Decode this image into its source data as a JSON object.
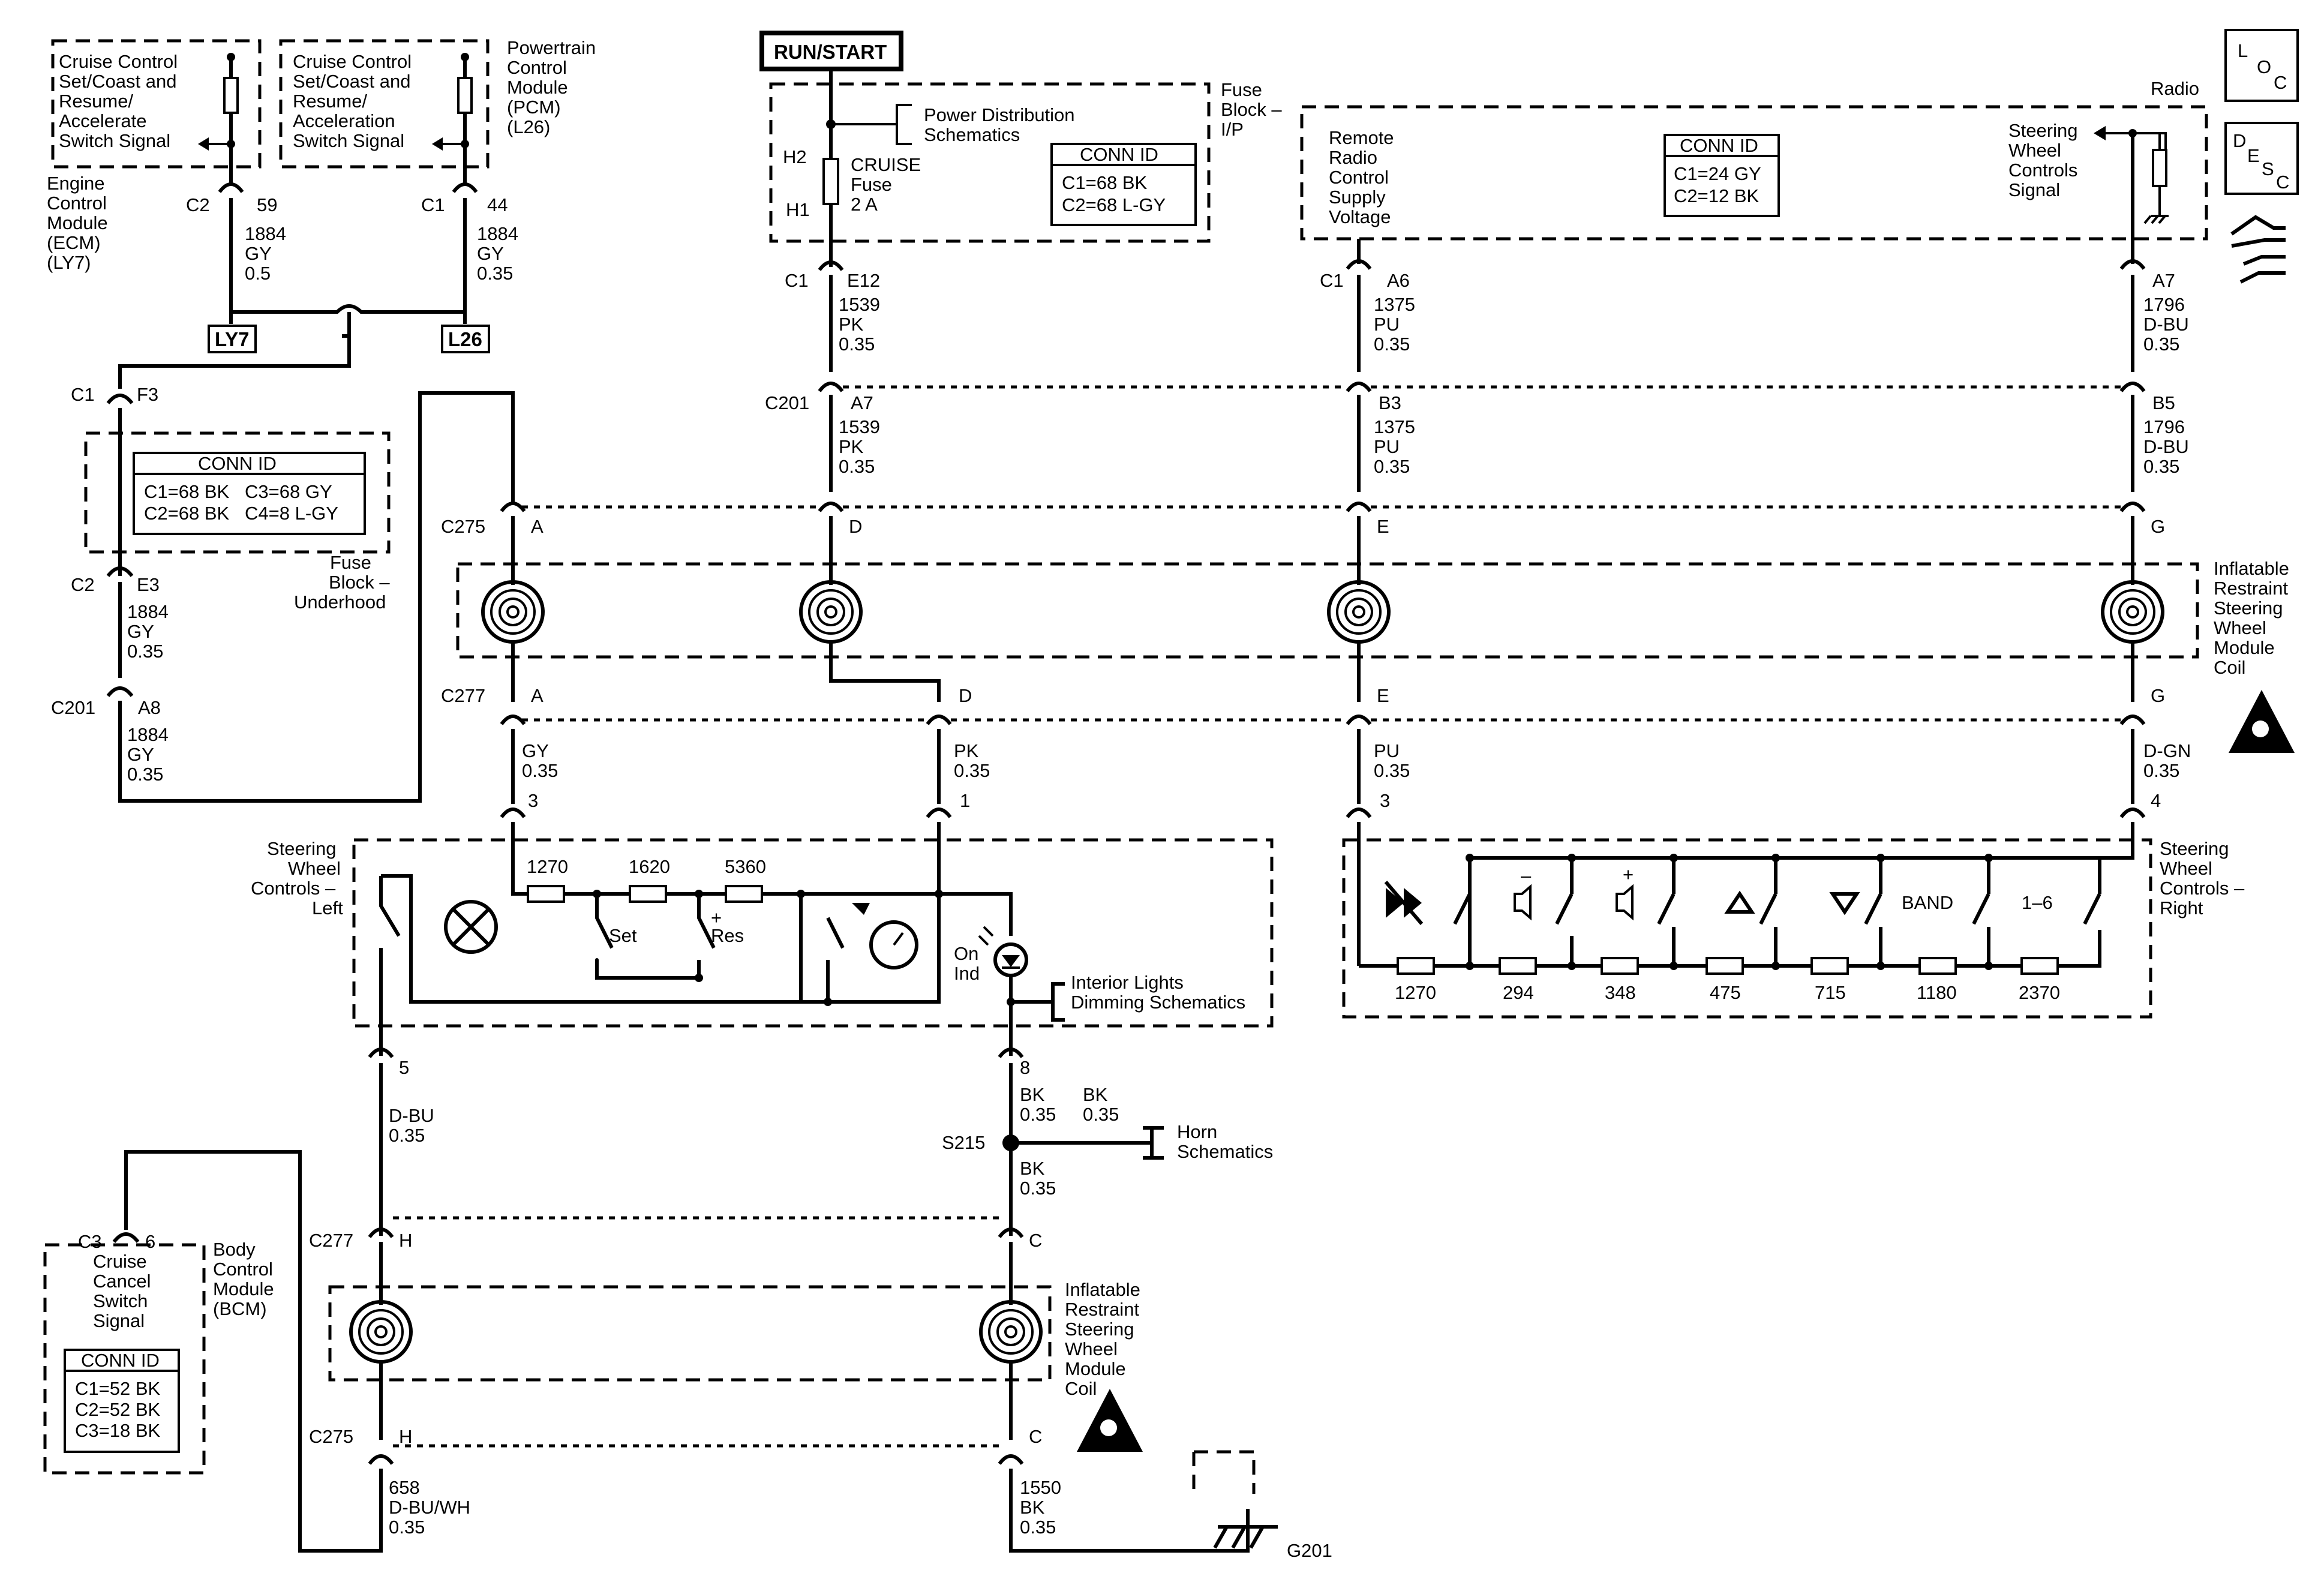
{
  "run_start": "RUN/START",
  "loc": [
    "L",
    "O",
    "C"
  ],
  "desc": [
    "D",
    "E",
    "S",
    "C"
  ],
  "ecm": {
    "signal": [
      "Cruise Control",
      "Set/Coast and",
      "Resume/",
      "Accelerate",
      "Switch Signal"
    ],
    "module": [
      "Engine",
      "Control",
      "Module",
      "(ECM)",
      "(LY7)"
    ],
    "conn": "C2",
    "pin": "59",
    "circuit": "1884",
    "color": "GY",
    "size": "0.5"
  },
  "pcm": {
    "signal": [
      "Cruise Control",
      "Set/Coast and",
      "Resume/",
      "Acceleration",
      "Switch Signal"
    ],
    "module": [
      "Powertrain",
      "Control",
      "Module",
      "(PCM)",
      "(L26)"
    ],
    "conn": "C1",
    "pin": "44",
    "circuit": "1884",
    "color": "GY",
    "size": "0.35"
  },
  "options": {
    "ly7": "LY7",
    "l26": "L26"
  },
  "fuse_block_uh": {
    "conn_top": "C1",
    "pin_top": "F3",
    "conn_id_title": "CONN ID",
    "conn_id": [
      "C1=68 BK   C3=68 GY",
      "C2=68 BK   C4=8 L-GY"
    ],
    "label": [
      "Fuse",
      "Block –",
      "Underhood"
    ],
    "conn_bottom": "C2",
    "pin_bottom": "E3",
    "wire": [
      "1884",
      "GY",
      "0.35"
    ],
    "c201": "C201",
    "c201_pin": "A8",
    "wire2": [
      "1884",
      "GY",
      "0.35"
    ]
  },
  "fuse_block_ip": {
    "label": [
      "Fuse",
      "Block –",
      "I/P"
    ],
    "pds": [
      "Power Distribution",
      "Schematics"
    ],
    "h2": "H2",
    "h1": "H1",
    "fuse": [
      "CRUISE",
      "Fuse",
      "2 A"
    ],
    "conn_id_title": "CONN ID",
    "conn_id": [
      "C1=68 BK",
      "C2=68 L-GY"
    ],
    "conn": "C1",
    "pin": "E12",
    "wire": [
      "1539",
      "PK",
      "0.35"
    ]
  },
  "radio": {
    "label": "Radio",
    "supply": [
      "Remote",
      "Radio",
      "Control",
      "Supply",
      "Voltage"
    ],
    "conn_id_title": "CONN ID",
    "conn_id": [
      "C1=24 GY",
      "C2=12 BK"
    ],
    "swc_signal": [
      "Steering",
      "Wheel",
      "Controls",
      "Signal"
    ],
    "conn1": "C1",
    "pin_a6": "A6",
    "wire_a6": [
      "1375",
      "PU",
      "0.35"
    ],
    "pin_a7": "A7",
    "wire_a7": [
      "1796",
      "D-BU",
      "0.35"
    ]
  },
  "c201_row": {
    "conn": "C201",
    "a7": "A7",
    "wire_a7": [
      "1539",
      "PK",
      "0.35"
    ],
    "b3": "B3",
    "wire_b3": [
      "1375",
      "PU",
      "0.35"
    ],
    "b5": "B5",
    "wire_b5": [
      "1796",
      "D-BU",
      "0.35"
    ]
  },
  "c275_top": {
    "conn": "C275",
    "pins": [
      "A",
      "D",
      "E",
      "G"
    ]
  },
  "coil_label": [
    "Inflatable",
    "Restraint",
    "Steering",
    "Wheel",
    "Module",
    "Coil"
  ],
  "c277_top": {
    "conn": "C277",
    "pins": [
      "A",
      "D",
      "E",
      "G"
    ]
  },
  "left_wires": {
    "a": [
      "GY",
      "0.35"
    ],
    "d": [
      "PK",
      "0.35"
    ],
    "pin3": "3",
    "pin1": "1"
  },
  "right_wires": {
    "e": [
      "PU",
      "0.35"
    ],
    "g": [
      "D-GN",
      "0.35"
    ],
    "pin3": "3",
    "pin4": "4"
  },
  "swc_left": {
    "label": [
      "Steering",
      "Wheel",
      "Controls –",
      "Left"
    ],
    "resistors": [
      "1270",
      "1620",
      "5360"
    ],
    "set": "Set",
    "plus": "+",
    "res": "Res",
    "on_ind": [
      "On",
      "Ind"
    ],
    "interior": [
      "Interior Lights",
      "Dimming Schematics"
    ],
    "pin5": "5",
    "pin8": "8"
  },
  "swc_right": {
    "label": [
      "Steering",
      "Wheel",
      "Controls –",
      "Right"
    ],
    "minus": "–",
    "plus": "+",
    "band": "BAND",
    "one_six": "1–6",
    "resistors": [
      "1270",
      "294",
      "348",
      "475",
      "715",
      "1180",
      "2370"
    ]
  },
  "lower": {
    "dbu": [
      "D-BU",
      "0.35"
    ],
    "bk1": [
      "BK",
      "0.35"
    ],
    "bk2": [
      "BK",
      "0.35"
    ],
    "bk3": [
      "BK",
      "0.35"
    ],
    "s215": "S215",
    "horn": [
      "Horn",
      "Schematics"
    ],
    "c277": "C277",
    "h": "H",
    "c": "C",
    "c275": "C275",
    "wire658": [
      "658",
      "D-BU/WH",
      "0.35"
    ],
    "wire1550": [
      "1550",
      "BK",
      "0.35"
    ],
    "g201": "G201"
  },
  "bcm": {
    "conn": "C3",
    "pin": "6",
    "signal": [
      "Cruise",
      "Cancel",
      "Switch",
      "Signal"
    ],
    "module": [
      "Body",
      "Control",
      "Module",
      "(BCM)"
    ],
    "conn_id_title": "CONN ID",
    "conn_id": [
      "C1=52 BK",
      "C2=52 BK",
      "C3=18 BK"
    ]
  }
}
